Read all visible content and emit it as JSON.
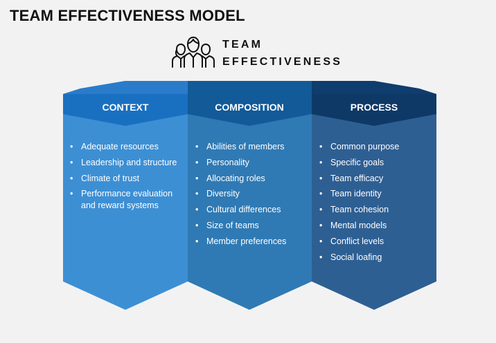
{
  "title": "TEAM EFFECTIVENESS MODEL",
  "header": {
    "icon": "team-people-icon",
    "line1": "TEAM",
    "line2": "EFFECTIVENESS"
  },
  "colors": {
    "background": "#f2f2f2",
    "context": "#3d8fd4",
    "context_cap": "#1a70c0",
    "composition": "#2f7ab4",
    "composition_cap": "#125a98",
    "process": "#2e5f93",
    "process_cap": "#0e3966"
  },
  "columns": [
    {
      "title": "CONTEXT",
      "items": [
        "Adequate resources",
        "Leadership and structure",
        "Climate of trust",
        "Performance evaluation and reward systems"
      ]
    },
    {
      "title": "COMPOSITION",
      "items": [
        "Abilities of members",
        "Personality",
        "Allocating roles",
        "Diversity",
        "Cultural differences",
        "Size of teams",
        "Member preferences"
      ]
    },
    {
      "title": "PROCESS",
      "items": [
        "Common purpose",
        "Specific goals",
        "Team efficacy",
        "Team identity",
        "Team cohesion",
        "Mental models",
        "Conflict levels",
        "Social loafing"
      ]
    }
  ]
}
